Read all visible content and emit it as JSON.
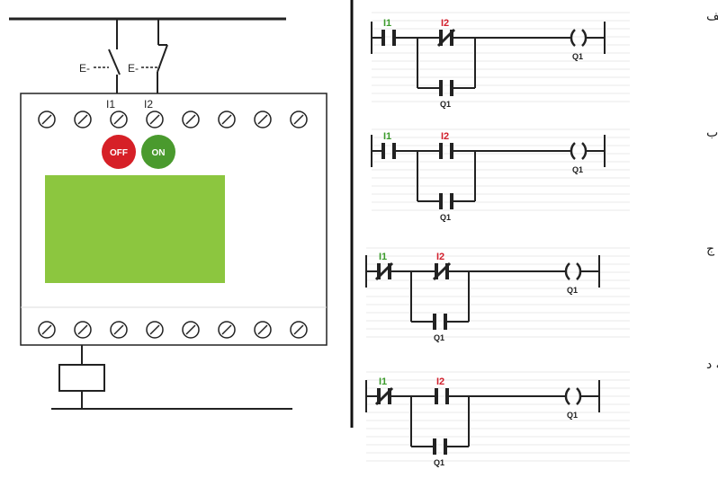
{
  "wiring": {
    "switch1_label": "E-",
    "switch2_label": "E-",
    "input1_label": "I1",
    "input2_label": "I2"
  },
  "plc": {
    "off_button": "OFF",
    "on_button": "ON",
    "colors": {
      "off": "#d62027",
      "on": "#4a9a2e",
      "display": "#8cc63f"
    }
  },
  "options": [
    {
      "title": "گزینه الف",
      "i1": "I1",
      "i2": "I2",
      "q_parallel": "Q1",
      "q_coil": "Q1"
    },
    {
      "title": "گزینه ب",
      "i1": "I1",
      "i2": "I2",
      "q_parallel": "Q1",
      "q_coil": "Q1"
    },
    {
      "title": "گزینه ج",
      "i1": "I1",
      "i2": "I2",
      "q_parallel": "Q1",
      "q_coil": "Q1"
    },
    {
      "title": "گزینه د",
      "i1": "I1",
      "i2": "I2",
      "q_parallel": "Q1",
      "q_coil": "Q1"
    }
  ]
}
